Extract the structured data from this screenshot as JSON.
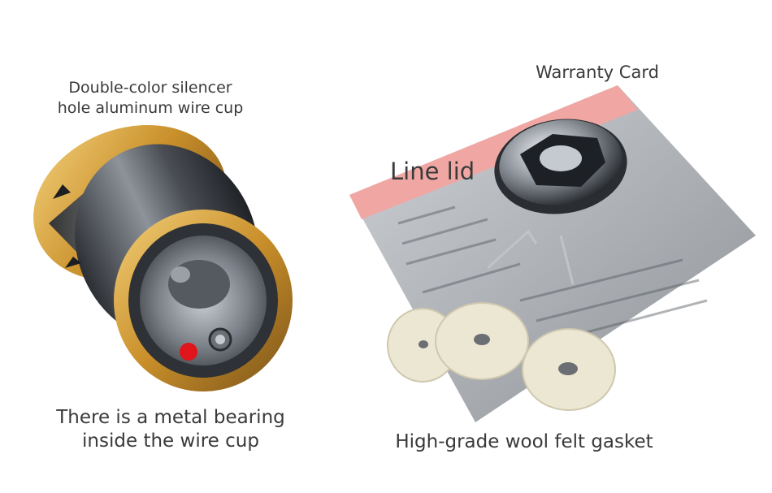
{
  "captions": {
    "cup_line1": "Double-color silencer",
    "cup_line2": "hole aluminum wire cup",
    "warranty": "Warranty Card",
    "lid": "Line lid",
    "bearing_line1": "There is a metal bearing",
    "bearing_line2": "inside the wire cup",
    "felt": "High-grade wool felt gasket"
  },
  "colors": {
    "background": "#ffffff",
    "gold": "#d4a140",
    "metal_dark": "#3c3f44",
    "red_marker": "#e0141b",
    "card_pink": "#f0a7a3",
    "card_gray": "#b8bcc2",
    "felt": "#ece7d2"
  }
}
